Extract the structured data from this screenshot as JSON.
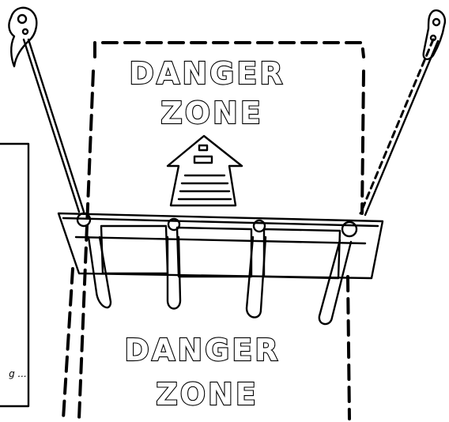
{
  "signs": {
    "top_line1": "DANGER",
    "top_line2": "ZONE",
    "bottom_line1": "DANGER",
    "bottom_line2": "ZONE"
  },
  "side_panel": {
    "caption": "g ..."
  }
}
